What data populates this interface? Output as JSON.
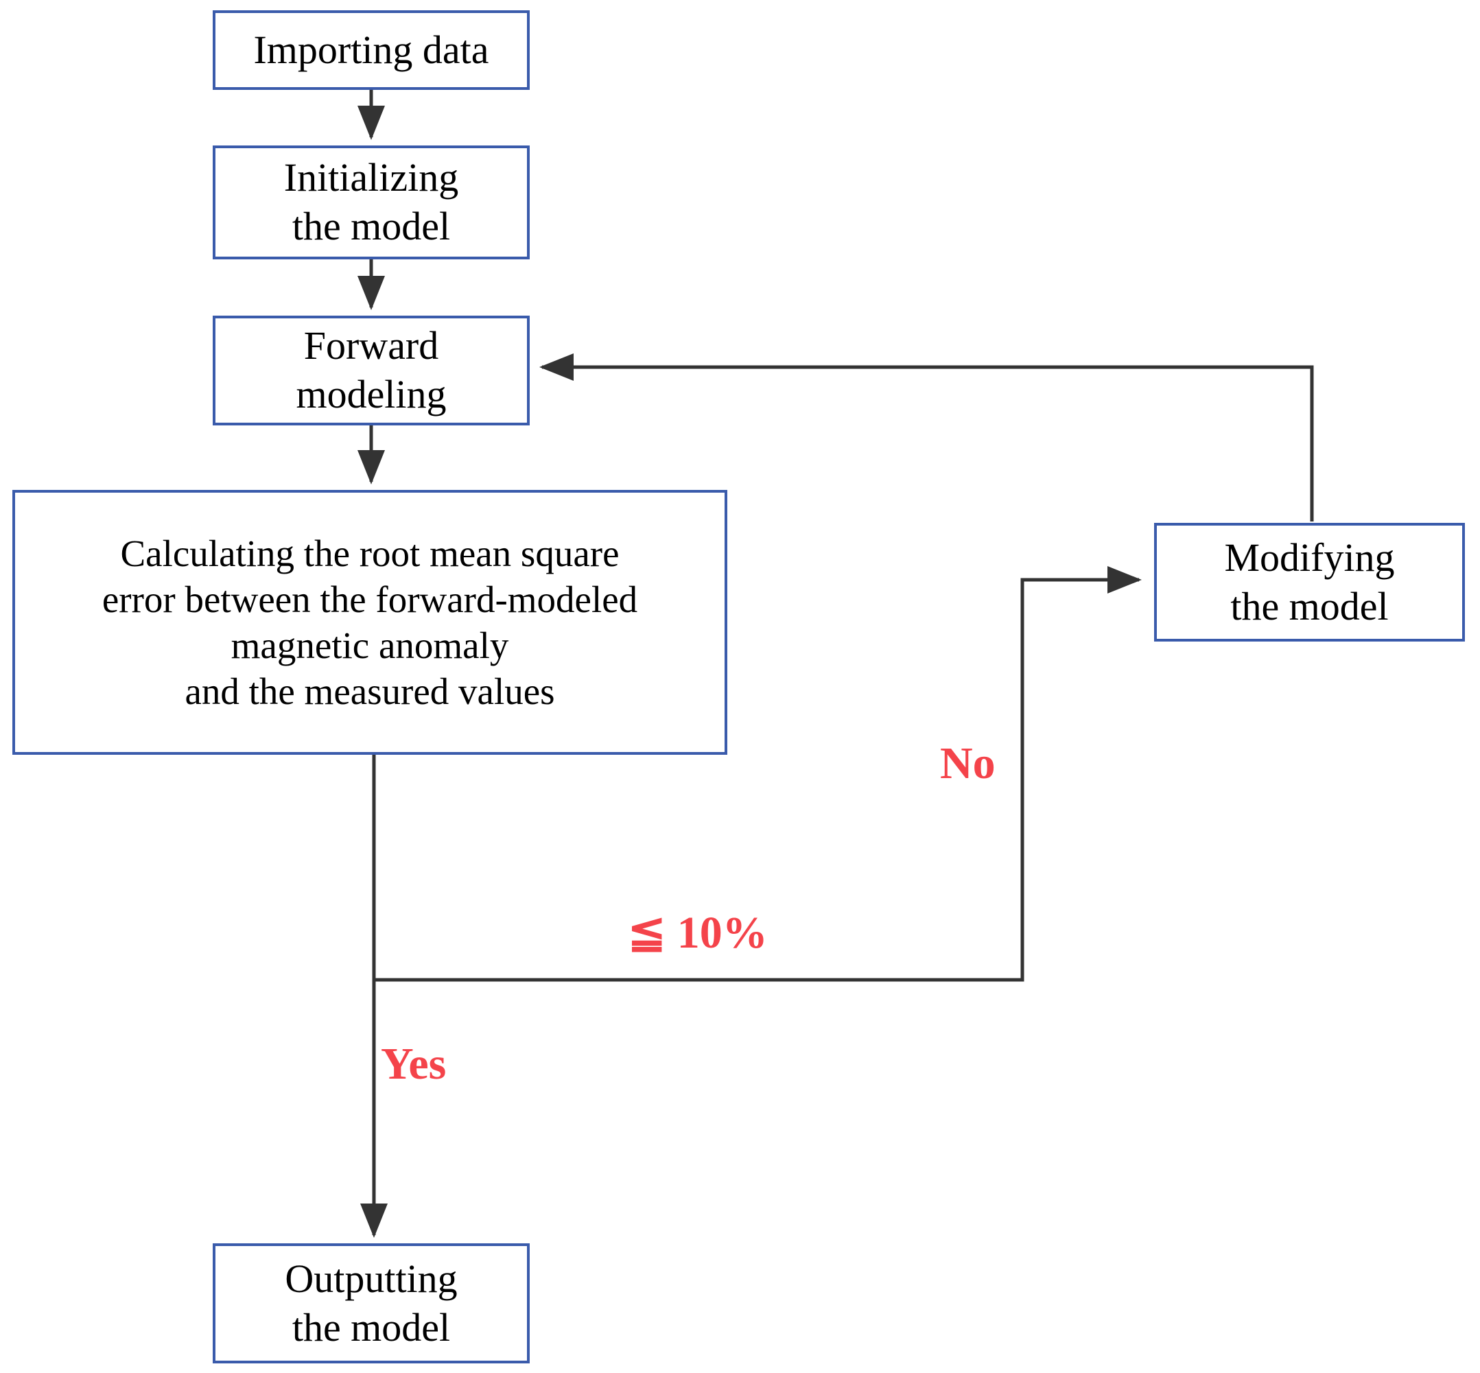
{
  "diagram": {
    "title": "Magnetic anomaly inversion workflow flowchart",
    "type": "flowchart",
    "colors": {
      "box_border": "#3a5bab",
      "box_fill": "#ffffff",
      "connector": "#333333",
      "label_red": "#f4434a",
      "text": "#000000"
    },
    "nodes": [
      {
        "id": "importing",
        "label": "Importing data",
        "shape": "rectangle"
      },
      {
        "id": "initializing",
        "label": "Initializing\nthe model",
        "shape": "rectangle"
      },
      {
        "id": "forward",
        "label": "Forward\nmodeling",
        "shape": "rectangle"
      },
      {
        "id": "calculating",
        "label": "Calculating the root mean square\nerror between the forward-modeled\nmagnetic anomaly\nand the measured values",
        "shape": "rectangle"
      },
      {
        "id": "modifying",
        "label": "Modifying\nthe model",
        "shape": "rectangle"
      },
      {
        "id": "outputting",
        "label": "Outputting\nthe model",
        "shape": "rectangle"
      }
    ],
    "edges": [
      {
        "from": "importing",
        "to": "initializing",
        "label": "",
        "style": "arrow-down"
      },
      {
        "from": "initializing",
        "to": "forward",
        "label": "",
        "style": "arrow-down"
      },
      {
        "from": "forward",
        "to": "calculating",
        "label": "",
        "style": "arrow-down"
      },
      {
        "from": "calculating",
        "to": "modifying",
        "label": "No",
        "style": "elbow-right-up-arrow"
      },
      {
        "from": "calculating",
        "to": "outputting",
        "label": "Yes",
        "style": "arrow-down"
      },
      {
        "from": "modifying",
        "to": "forward",
        "label": "",
        "style": "elbow-up-left-arrow"
      }
    ],
    "edge_labels": {
      "no": "No",
      "threshold": "≦ 10%",
      "yes": "Yes"
    }
  }
}
